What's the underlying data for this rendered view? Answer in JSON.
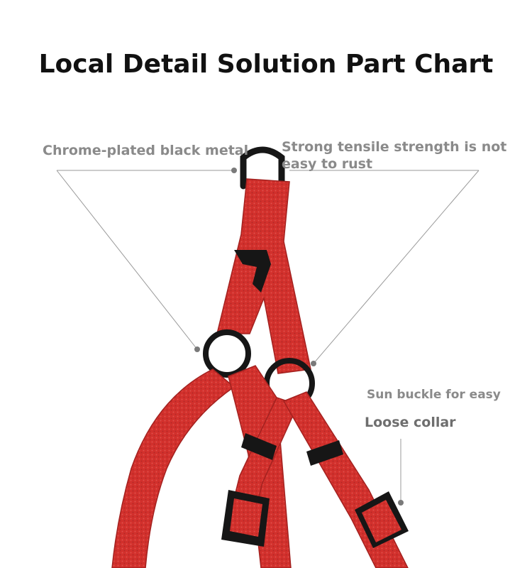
{
  "title": "Local Detail Solution Part Chart",
  "annotations": {
    "metal": "Chrome-plated black metal",
    "tensile_line1": "Strong tensile strength is not",
    "tensile_line2": "easy to rust",
    "buckle_line1": "Sun buckle for easy",
    "buckle_line2": "Loose collar"
  },
  "colors": {
    "strap_red": "#d2302c",
    "strap_dark": "#a3211f",
    "hardware_black": "#161616",
    "annotation_gray": "#8a8a8a"
  }
}
